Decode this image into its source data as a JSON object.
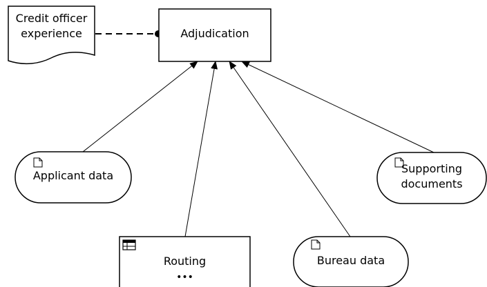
{
  "diagram": {
    "nodes": {
      "adjudication": {
        "label": "Adjudication",
        "kind": "process"
      },
      "credit_officer": {
        "label_line1": "Credit officer",
        "label_line2": "experience",
        "kind": "document"
      },
      "applicant": {
        "label": "Applicant data",
        "kind": "data",
        "icon": "document-icon"
      },
      "supporting": {
        "label_line1": "Supporting",
        "label_line2": "documents",
        "kind": "data",
        "icon": "document-icon"
      },
      "routing": {
        "label": "Routing",
        "kind": "process",
        "icon": "table-icon",
        "more": "•••"
      },
      "bureau": {
        "label": "Bureau data",
        "kind": "data",
        "icon": "document-icon"
      }
    },
    "edges": [
      {
        "from": "credit_officer",
        "to": "adjudication",
        "style": "dashed",
        "end": "dot"
      },
      {
        "from": "applicant",
        "to": "adjudication",
        "style": "solid",
        "end": "arrow"
      },
      {
        "from": "routing",
        "to": "adjudication",
        "style": "solid",
        "end": "arrow"
      },
      {
        "from": "bureau",
        "to": "adjudication",
        "style": "solid",
        "end": "arrow"
      },
      {
        "from": "supporting",
        "to": "adjudication",
        "style": "solid",
        "end": "arrow"
      }
    ]
  }
}
